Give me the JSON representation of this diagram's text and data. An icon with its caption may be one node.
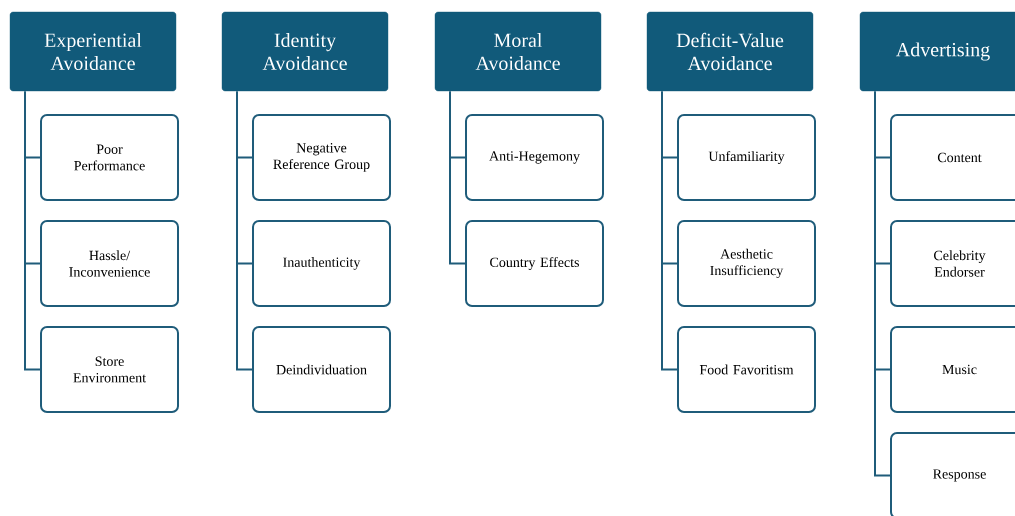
{
  "diagram": {
    "nodes": [
      {
        "text": [
          "Experiential Avoidance"
        ]
      },
      {
        "text": [
          "Poor Performance"
        ]
      },
      {
        "text": [
          "Hassle/ Inconvenience"
        ]
      },
      {
        "text": [
          "Store Environment"
        ]
      },
      {
        "text": [
          "Identity Avoidance"
        ]
      },
      {
        "text": [
          "Negative Reference Group"
        ]
      },
      {
        "text": [
          "Inauthenticity"
        ]
      },
      {
        "text": [
          "Deindividuation"
        ]
      },
      {
        "text": [
          "Moral Avoidance"
        ]
      },
      {
        "text": [
          "Anti-Hegemony"
        ]
      },
      {
        "text": [
          "Country Effects"
        ]
      },
      {
        "text": [
          "Deficit-Value Avoidance"
        ]
      },
      {
        "text": [
          "Unfamiliarity"
        ]
      },
      {
        "text": [
          "Aesthetic Insufficiency"
        ]
      },
      {
        "text": [
          "Food Favoritism"
        ]
      },
      {
        "text": [
          "Advertising"
        ]
      },
      {
        "text": [
          "Content"
        ]
      },
      {
        "text": [
          "Celebrity Endorser"
        ]
      },
      {
        "text": [
          "Music"
        ]
      },
      {
        "text": [
          "Response"
        ]
      }
    ],
    "edges": [
      {
        "from": 0,
        "to": 1,
        "arrow": "none"
      },
      {
        "from": 0,
        "to": 2,
        "arrow": "none"
      },
      {
        "from": 0,
        "to": 3,
        "arrow": "none"
      },
      {
        "from": 4,
        "to": 5,
        "arrow": "none"
      },
      {
        "from": 4,
        "to": 6,
        "arrow": "none"
      },
      {
        "from": 4,
        "to": 7,
        "arrow": "none"
      },
      {
        "from": 8,
        "to": 9,
        "arrow": "none"
      },
      {
        "from": 8,
        "to": 10,
        "arrow": "none"
      },
      {
        "from": 11,
        "to": 12,
        "arrow": "none"
      },
      {
        "from": 11,
        "to": 13,
        "arrow": "none"
      },
      {
        "from": 11,
        "to": 14,
        "arrow": "none"
      },
      {
        "from": 15,
        "to": 16,
        "arrow": "none"
      },
      {
        "from": 15,
        "to": 17,
        "arrow": "none"
      },
      {
        "from": 15,
        "to": 18,
        "arrow": "none"
      },
      {
        "from": 15,
        "to": 19,
        "arrow": "none"
      }
    ]
  }
}
